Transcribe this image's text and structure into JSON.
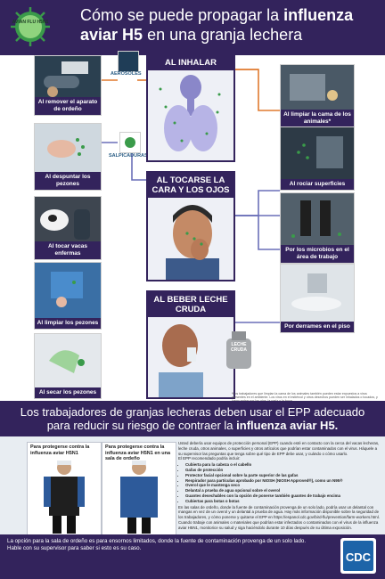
{
  "header": {
    "logo_text": "AVIAN FLU H5N1",
    "title_part1": "Cómo se puede propagar la ",
    "title_bold1": "influenza aviar H5",
    "title_part2": " en una granja lechera"
  },
  "center_panels": {
    "inhale": "AL INHALAR",
    "touch": "AL TOCARSE LA CARA Y LOS OJOS",
    "raw_milk": "AL BEBER LECHE CRUDA"
  },
  "small_labels": {
    "aerosols": "AEROSOLES",
    "splash": "SALPICADURAS",
    "milk_can": "LECHE CRUDA"
  },
  "left_panels": [
    "Al remover el aparato de ordeño",
    "Al despuntar los pezones",
    "Al tocar vacas enfermas",
    "Al limpiar los pezones",
    "Al secar los pezones"
  ],
  "right_panels": [
    "Al limpiar la cama de los animales*",
    "Al rociar superficies",
    "Por los microbios en el área de trabajo",
    "Por derrames en el piso"
  ],
  "footnote": "*Los trabajadores que limpian la cama de los animales también pueden estar expuestos a virus presentes en el ambiente. Los virus en el estiércol y otros desechos pueden ser inhalados o tocados, y luego entrar por los ojos, la nariz o la boca.",
  "band": {
    "line1": "Los trabajadores de granjas lecheras deben usar el EPP adecuado",
    "line2a": "para reducir su riesgo de contraer la ",
    "line2b": "influenza aviar H5."
  },
  "ppe_boxes": [
    {
      "title_a": "Para protegerse contra la influenza aviar H5N1",
      "title_b": ""
    },
    {
      "title_a": "Para protegerse contra la influenza aviar H5N1 ",
      "title_b": "en una sala de ordeño"
    }
  ],
  "body": {
    "intro": "Usted debería usar equipos de protección personal (EPP) cuando esté en contacto con la cerca del vacas lecheras, leche cruda, otros animales, o superficies y otros artículos que podrían estar contaminados con el virus. Háquele a su supervisor las preguntas que tenga sobre qué tipo de EPP debe usar, y cuándo o cómo usarlo.",
    "list_intro": "El EPP recomendado podría incluir:",
    "items": [
      "Cubierta para la cabeza o el cabello",
      "Gafas de protección",
      "Protector facial opcional sobre la parte superior de las gafas",
      "Respirador para partículas aprobado por NIOSH (NIOSH Approved®), como un N95®",
      "Overol que le mantenga seco",
      "Delantal a prueba de agua opcional sobre el overol",
      "Guantes desechables con la opción de ponerse también guantes de trabajo encima",
      "Cubiertas para botas o botas"
    ],
    "outro": "En las salas de ordeño, donde la fuente de contaminación provenga de un solo lado, podría usar un delantal con mangas en vez de un overol y un delantal a prueba de agua. Hay más información disponible sobre la seguridad de los trabajadores, y cómo ponerse y quitarse el EPP en https://espanol.cdc.gov/bird-flu/prevention/farm-workers.html. Cuando trabaje con animales o materiales que podrían estar infectados o contaminados con el virus de la influenza aviar H5N1, monitorice su salud y siga haciéndolo durante 10 días después de su última exposición."
  },
  "bottom_bar": "La opción para la sala de ordeño es para ensornos limitados, donde la fuente de contaminación provenga de un solo lado. Hable con su supervisor para saber si esto es su caso.",
  "colors": {
    "navy": "#33235c",
    "green": "#3a9b4a",
    "orange": "#e07a2e",
    "light": "#e8edf2"
  }
}
